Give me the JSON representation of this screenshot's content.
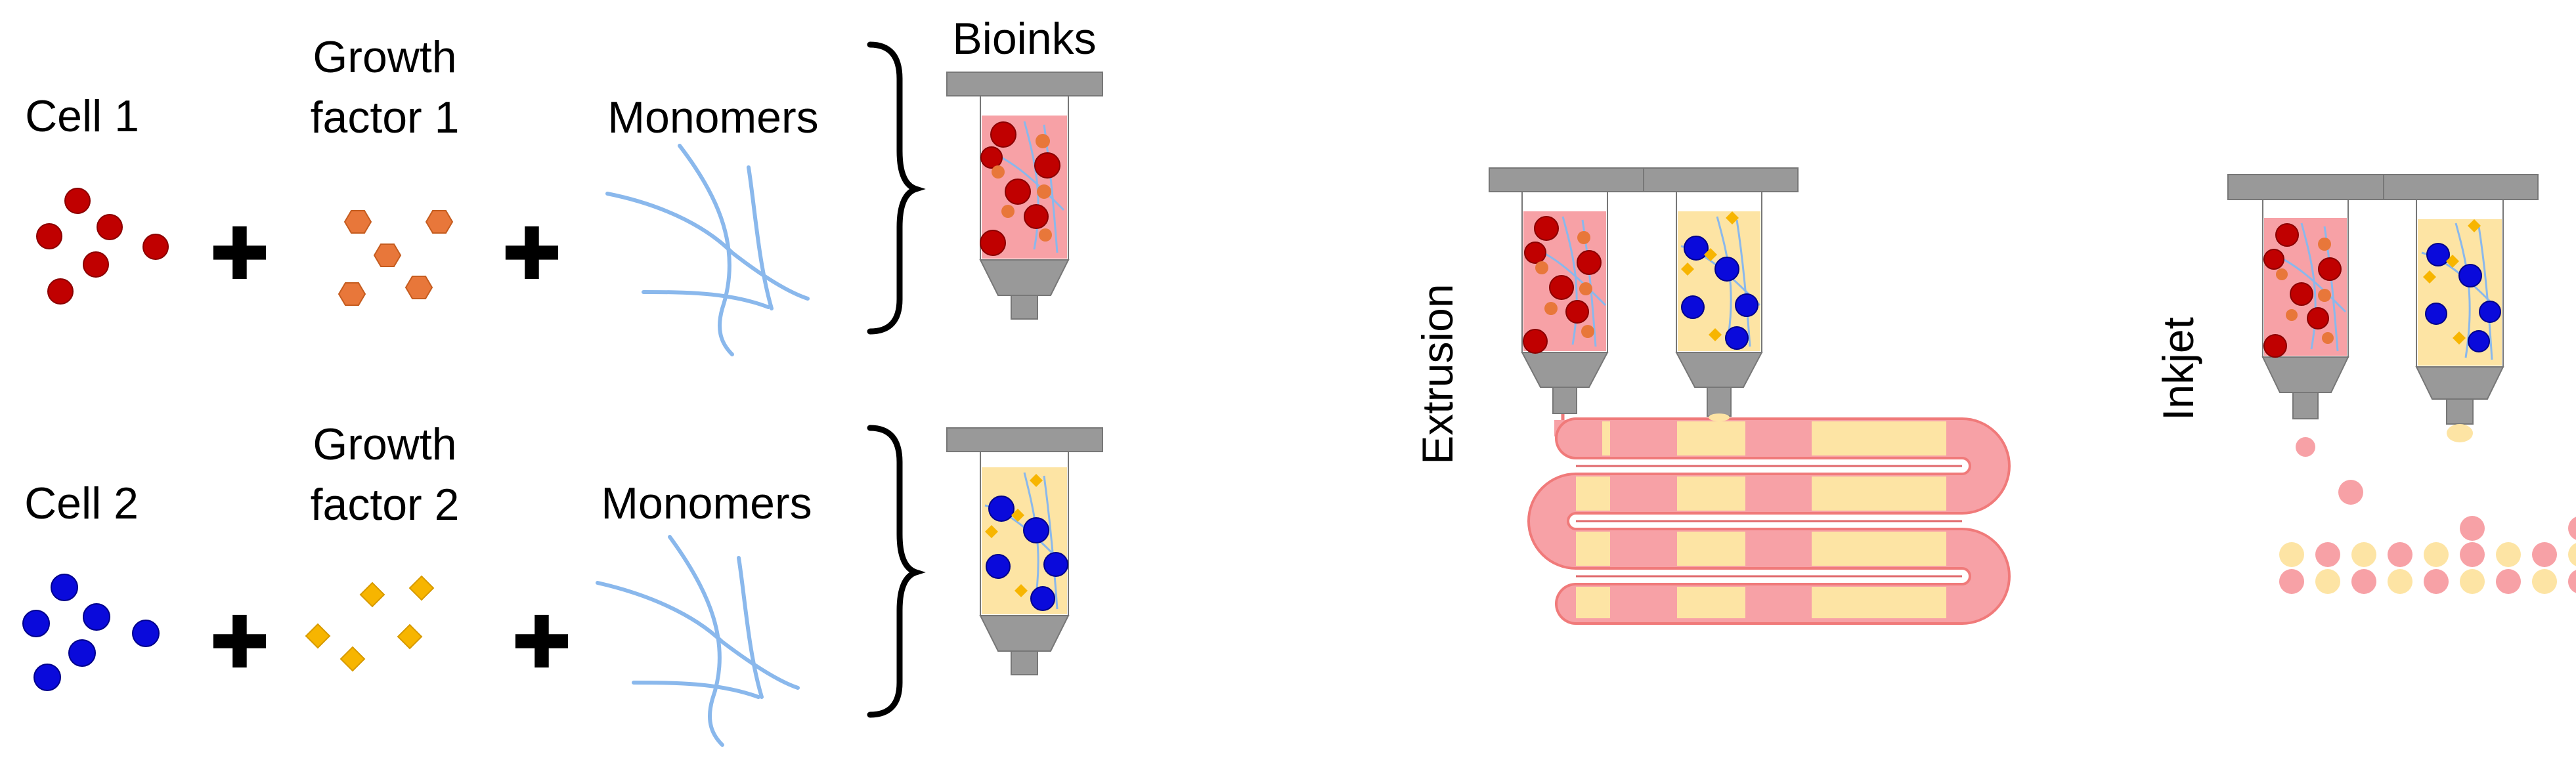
{
  "labels": {
    "cell1": "Cell 1",
    "growth1_line1": "Growth",
    "growth1_line2": "factor 1",
    "monomers1": "Monomers",
    "cell2": "Cell 2",
    "growth2_line1": "Growth",
    "growth2_line2": "factor 2",
    "monomers2": "Monomers",
    "bioinks": "Bioinks",
    "extrusion": "Extrusion",
    "inkjet": "Inkjet"
  },
  "colors": {
    "cell1": "#c00000",
    "growth_factor1": "#e8773a",
    "cell2": "#0a0adb",
    "growth_factor2": "#f7b500",
    "monomers": "#8ab8ec",
    "bioink1": "#f7a1a6",
    "bioink2": "#fde4a4",
    "syringe_gray": "#999999",
    "plus": "#000000"
  },
  "icons": {
    "plus": "plus-icon",
    "brace": "curly-brace-icon",
    "syringe": "syringe-icon",
    "droplet": "droplet-icon"
  }
}
